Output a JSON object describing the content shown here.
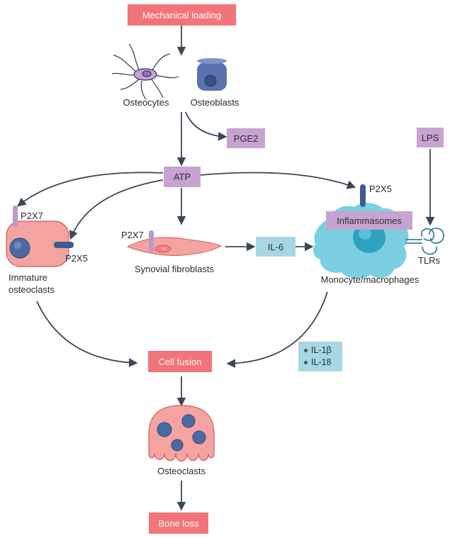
{
  "nodes": {
    "mechanical_loading": "Mechanical loading",
    "osteocytes": "Osteocytes",
    "osteoblasts": "Osteoblasts",
    "pge2": "PGE2",
    "lps": "LPS",
    "atp": "ATP",
    "p2x7_osteoclast": "P2X7",
    "p2x5_osteoclast": "P2X5",
    "immature_osteoclasts": "Immature osteoclasts",
    "p2x7_fibroblast": "P2X7",
    "synovial_fibroblasts": "Synovial fibroblasts",
    "il6": "IL-6",
    "p2x5_macrophage": "P2X5",
    "inflammasomes": "Inflammasomes",
    "tlrs": "TLRs",
    "monocyte_macrophages": "Monocyte/macrophages",
    "il1b": "IL-1β",
    "il18": "IL-18",
    "cell_fusion": "Cell fusion",
    "osteoclasts": "Osteoclasts",
    "bone_loss": "Bone loss"
  },
  "colors": {
    "red_box": "#f0747a",
    "purple_box": "#c7a3d1",
    "blue_box": "#a6d7e2",
    "arrow": "#3b4756",
    "receptor_dark": "#3f5a8f",
    "receptor_light": "#b99ac8",
    "cell_pink": "#f4a3a0",
    "cell_blue": "#4b6aa5",
    "macrophage": "#7ccfe0"
  },
  "edges": [
    {
      "from": "Mechanical loading",
      "to": "Osteocytes/Osteoblasts"
    },
    {
      "from": "Osteocytes/Osteoblasts",
      "to": "PGE2"
    },
    {
      "from": "Osteocytes/Osteoblasts",
      "to": "ATP"
    },
    {
      "from": "ATP",
      "to": "P2X7 (immature osteoclasts)"
    },
    {
      "from": "ATP",
      "to": "P2X5 (immature osteoclasts)"
    },
    {
      "from": "ATP",
      "to": "Synovial fibroblasts"
    },
    {
      "from": "ATP",
      "to": "P2X5 (macrophage)"
    },
    {
      "from": "LPS",
      "to": "TLRs"
    },
    {
      "from": "Synovial fibroblasts",
      "to": "IL-6"
    },
    {
      "from": "IL-6",
      "to": "Monocyte/macrophages"
    },
    {
      "from": "Immature osteoclasts",
      "to": "Cell fusion"
    },
    {
      "from": "Monocyte/macrophages",
      "to": "Cell fusion"
    },
    {
      "from": "Cell fusion",
      "to": "Osteoclasts"
    },
    {
      "from": "Osteoclasts",
      "to": "Bone loss"
    }
  ]
}
